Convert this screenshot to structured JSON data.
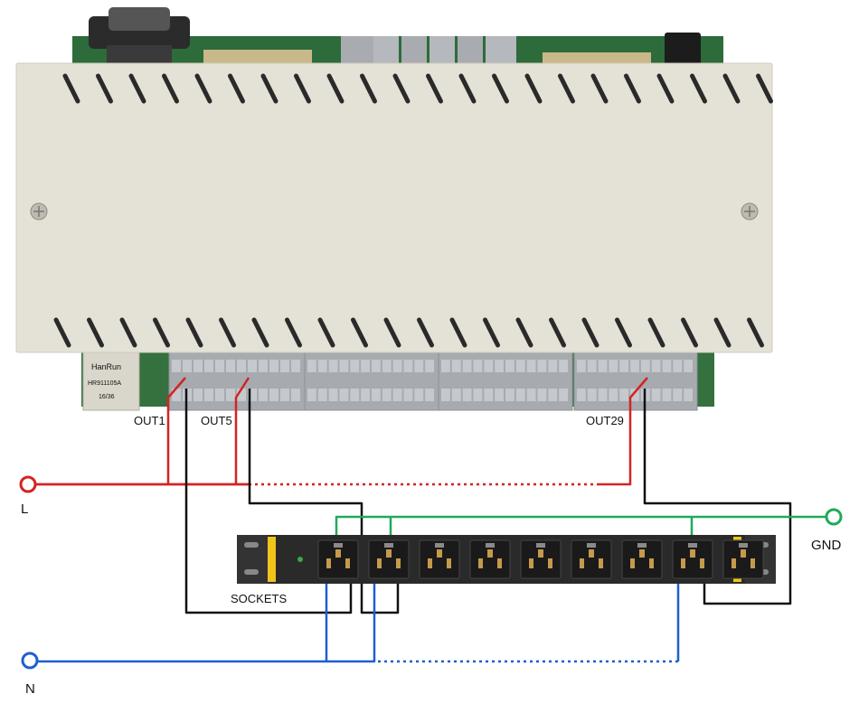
{
  "labels": {
    "out1": "OUT1",
    "out5": "OUT5",
    "out29": "OUT29",
    "live": "L",
    "neutral": "N",
    "ground": "GND",
    "sockets": "SOCKETS"
  },
  "module_markings": {
    "jack_brand": "HanRun",
    "jack_model": "HR911105A",
    "jack_date": "16/36"
  },
  "colors": {
    "live_wire": "#d42323",
    "neutral_wire": "#1d5fd1",
    "ground_wire": "#1faa5a",
    "load_wire": "#111111",
    "enclosure": "#e4e1d6",
    "terminal": "#a7abb0",
    "pdu_body": "#2a2a2a",
    "pdu_bracket": "#f0c419"
  },
  "socket_count": 9
}
